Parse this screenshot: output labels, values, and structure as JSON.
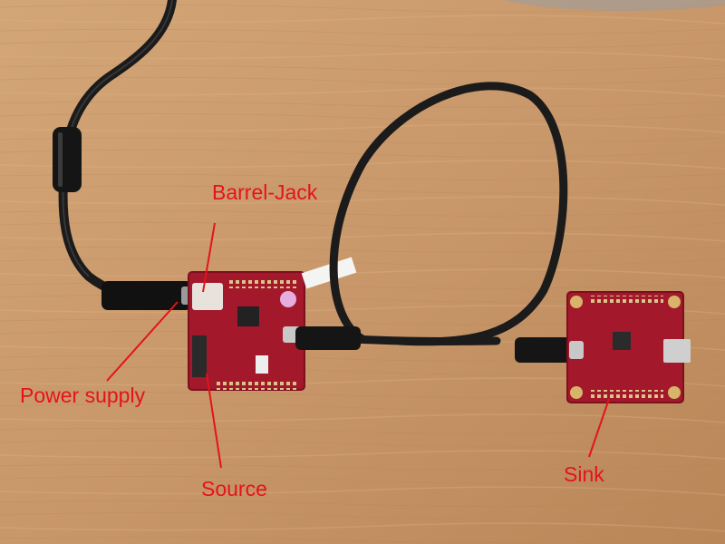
{
  "annotations": {
    "barrel_jack": "Barrel-Jack",
    "power_supply": "Power supply",
    "source": "Source",
    "sink": "Sink"
  },
  "colors": {
    "label_red": "#e4131a",
    "pcb_red": "#a3182a",
    "cable_black": "#1b1b1b",
    "table_wood": "#c99a6b"
  }
}
